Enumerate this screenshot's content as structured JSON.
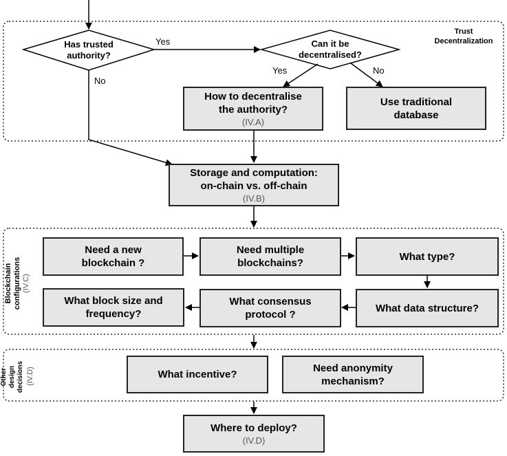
{
  "regions": {
    "trust": {
      "title": "Trust\nDecentralization"
    },
    "blockchain": {
      "title": "Blockchain\nconfigurations",
      "ref": "(IV.C)"
    },
    "other": {
      "title": "Other\ndesign\ndecisions",
      "ref": "(IV.D)"
    }
  },
  "decisions": {
    "trusted_authority": "Has trusted\nauthority?",
    "decentralised": "Can it be\ndecentralised?"
  },
  "edge_labels": {
    "yes1": "Yes",
    "no1": "No",
    "yes2": "Yes",
    "no2": "No"
  },
  "boxes": {
    "decentralise_authority": {
      "text": "How to decentralise\nthe authority?",
      "ref": "(IV.A)"
    },
    "traditional_db": {
      "text": "Use traditional\ndatabase"
    },
    "storage": {
      "text": "Storage and computation:\non-chain vs. off-chain",
      "ref": "(IV.B)"
    },
    "new_blockchain": {
      "text": "Need a new\nblockchain ?"
    },
    "multiple_blockchains": {
      "text": "Need multiple\nblockchains?"
    },
    "what_type": {
      "text": "What type?"
    },
    "block_size": {
      "text": "What block size and\nfrequency?"
    },
    "consensus": {
      "text": "What consensus\nprotocol ?"
    },
    "data_structure": {
      "text": "What data structure?"
    },
    "incentive": {
      "text": "What incentive?"
    },
    "anonymity": {
      "text": "Need anonymity\nmechanism?"
    },
    "deploy": {
      "text": "Where to deploy?",
      "ref": "(IV.D)"
    }
  }
}
